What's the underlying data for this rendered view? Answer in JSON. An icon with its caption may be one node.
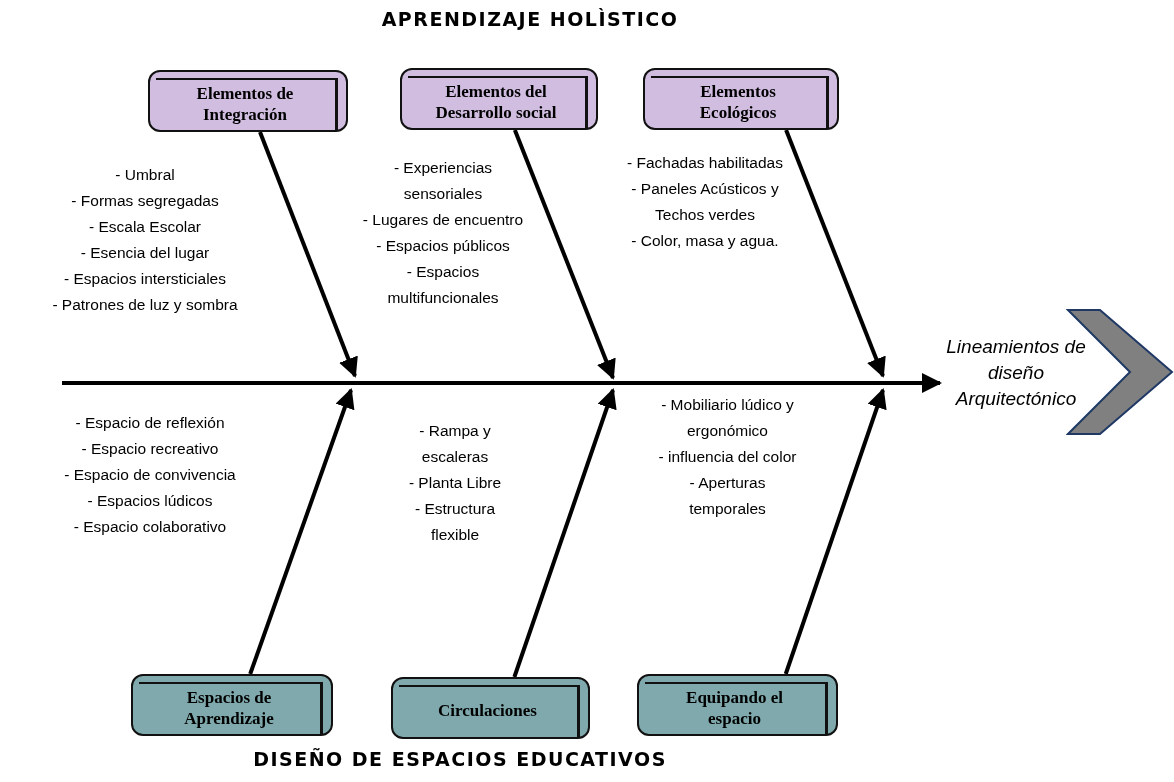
{
  "diagram": {
    "title": "APRENDIZAJE HOLÌSTICO",
    "caption": "DISEÑO DE ESPACIOS EDUCATIVOS",
    "nodes": [
      {
        "text": [
          "Elementos de Integración"
        ],
        "beside": [
          "- Umbral",
          "- Formas segregadas",
          "- Escala Escolar",
          "- Esencia del lugar",
          "- Espacios intersticiales",
          "- Patrones de luz y sombra"
        ]
      },
      {
        "text": [
          "Elementos del Desarrollo social"
        ],
        "beside": [
          "- Experiencias sensoriales",
          "- Lugares de encuentro",
          "- Espacios públicos",
          "- Espacios multifuncionales"
        ]
      },
      {
        "text": [
          "Elementos Ecológicos"
        ],
        "beside": [
          "- Fachadas habilitadas",
          "- Paneles Acústicos y Techos verdes",
          "- Color, masa y agua."
        ]
      },
      {
        "text": [
          "Espacios de Aprendizaje"
        ],
        "beside": [
          "- Espacio de reflexión",
          "- Espacio recreativo",
          "- Espacio de convivencia",
          "- Espacios lúdicos",
          "- Espacio colaborativo"
        ]
      },
      {
        "text": [
          "Circulaciones"
        ],
        "beside": [
          "- Rampa y escaleras",
          "- Planta Libre",
          "- Estructura flexible"
        ]
      },
      {
        "text": [
          "Equipando el espacio"
        ],
        "beside": [
          "- Mobiliario lúdico y ergonómico",
          "- influencia del color",
          "- Aperturas temporales"
        ]
      },
      {
        "text": [
          "Lineamientos de diseño Arquitectónico"
        ]
      },
      {
        "text": [],
        "shape": "chevron"
      }
    ],
    "edges": [
      {
        "from": 0,
        "to": null,
        "arrow": "to"
      },
      {
        "from": 1,
        "to": null,
        "arrow": "to"
      },
      {
        "from": 2,
        "to": null,
        "arrow": "to"
      },
      {
        "from": 3,
        "to": null,
        "arrow": "to"
      },
      {
        "from": 4,
        "to": null,
        "arrow": "to"
      },
      {
        "from": 5,
        "to": null,
        "arrow": "to"
      },
      {
        "from": null,
        "to": 6,
        "arrow": "to"
      }
    ]
  }
}
